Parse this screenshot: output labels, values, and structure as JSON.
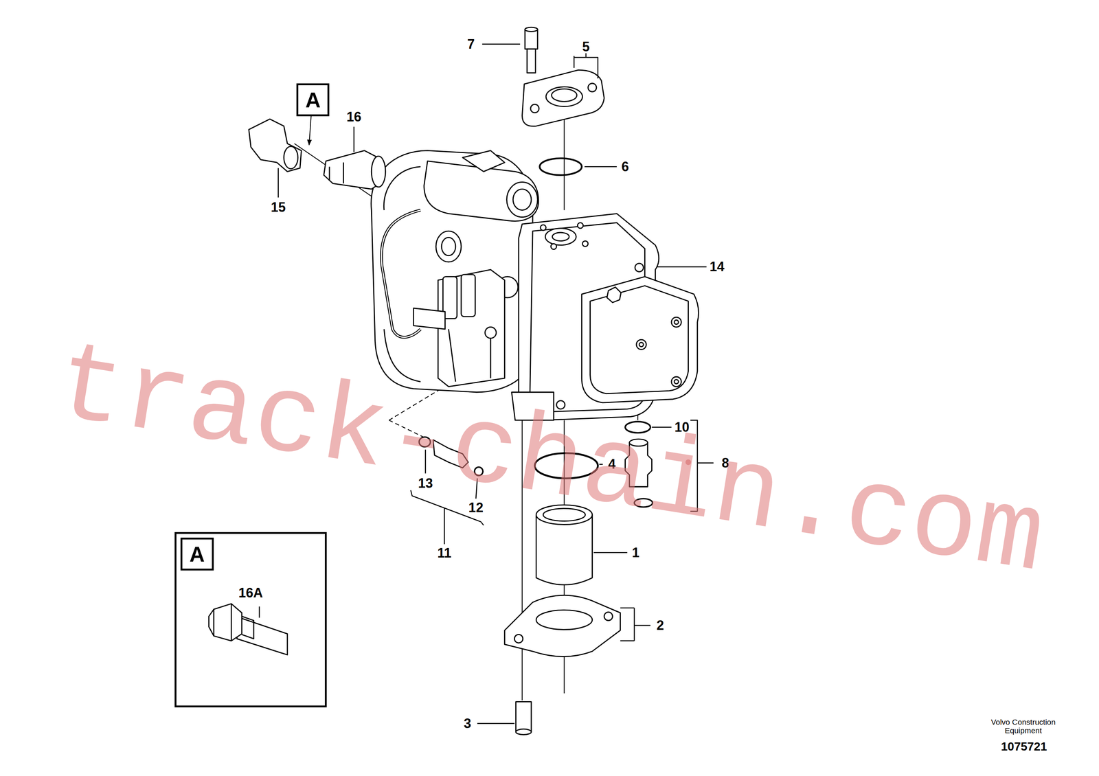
{
  "diagram": {
    "nodes": [
      {
        "text": [
          "A"
        ]
      },
      {
        "text": [
          "16A"
        ]
      },
      {
        "text": [
          "A"
        ],
        "in": 1
      }
    ],
    "labels": [
      "7",
      "5",
      "16",
      "15",
      "6",
      "14",
      "10",
      "8",
      "4",
      "13",
      "12",
      "11",
      "1",
      "2",
      "3",
      "track-chain.com",
      "Volvo Construction Equipment",
      "1075721"
    ]
  }
}
